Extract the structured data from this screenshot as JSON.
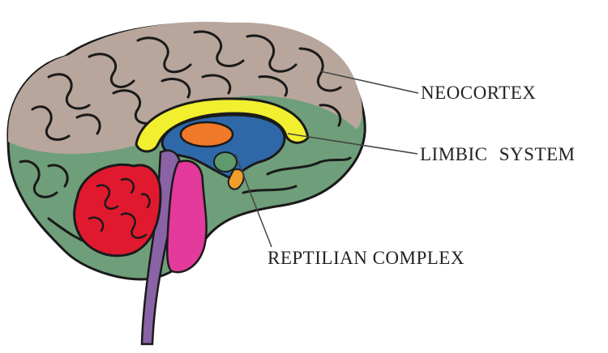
{
  "labels": {
    "neocortex": "NEOCORTEX",
    "limbic_system": "LIMBIC SYSTEM",
    "reptilian_complex": "REPTILIAN COMPLEX"
  },
  "colors": {
    "neocortex_top": "#b8a69c",
    "neocortex_lower": "#6f9f7a",
    "corpus_callosum": "#f2ef2f",
    "thalamus_blue": "#2e68a8",
    "orange_core": "#f07a2a",
    "cerebellum": "#e0192f",
    "brainstem_pink": "#e33a9c",
    "brainstem_purple": "#8a63a6",
    "outline": "#1a1a1a",
    "leader_line": "#444444"
  }
}
